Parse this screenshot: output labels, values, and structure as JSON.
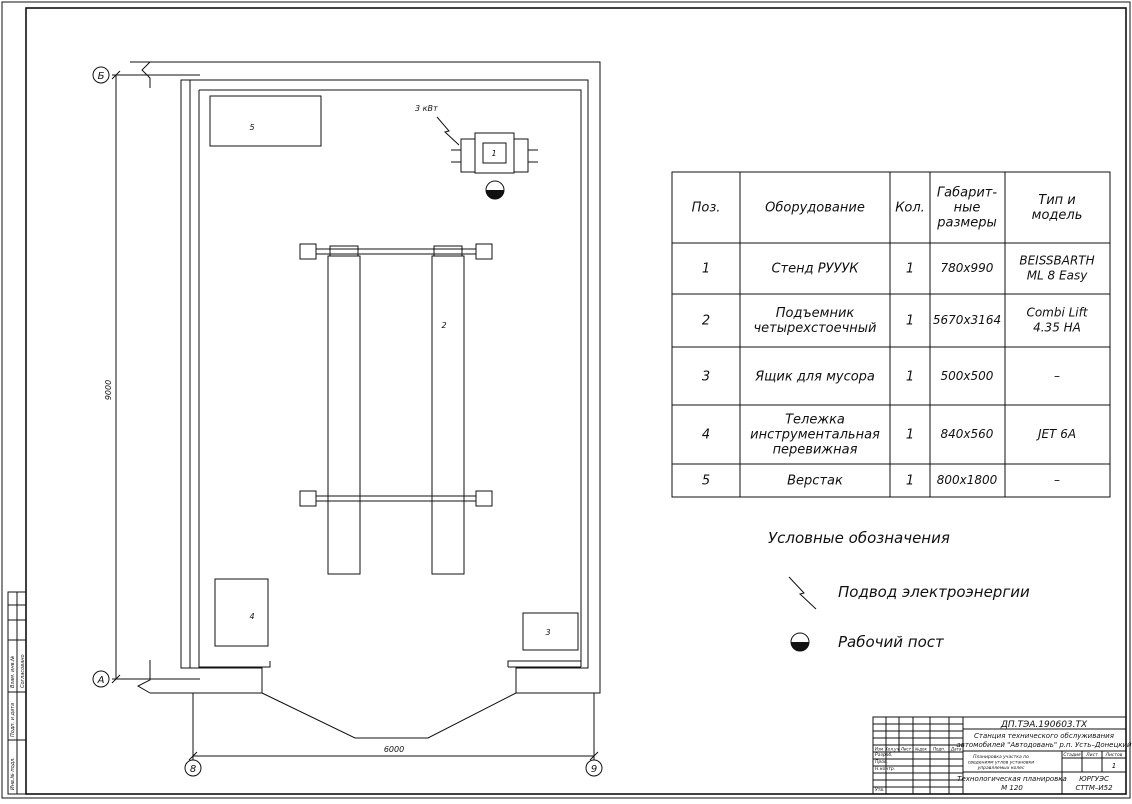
{
  "plan": {
    "axis_labels": {
      "b": "Б",
      "a": "А",
      "v": "8",
      "nine": "9"
    },
    "dim_vertical": "9000",
    "dim_horizontal": "6000",
    "power_label": "3 кВт",
    "equipment_labels": {
      "p1": "1",
      "p2": "2",
      "p3": "3",
      "p4": "4",
      "p5": "5"
    }
  },
  "spec_table": {
    "headers": [
      "Поз.",
      "Оборудование",
      "Кол.",
      "Габарит-|ные|размеры",
      "Тип и|модель"
    ],
    "rows": [
      {
        "pos": "1",
        "name": "Стенд РУУУК",
        "qty": "1",
        "size": "780x990",
        "model": "BEISSBARTH|ML 8 Easy"
      },
      {
        "pos": "2",
        "name": "Подъемник|четырехстоечный",
        "qty": "1",
        "size": "5670x3164",
        "model": "Combi Lift|4.35 HA"
      },
      {
        "pos": "3",
        "name": "Ящик для мусора",
        "qty": "1",
        "size": "500x500",
        "model": "–"
      },
      {
        "pos": "4",
        "name": "Тележка|инструментальная|перевижная",
        "qty": "1",
        "size": "840x560",
        "model": "JET 6A"
      },
      {
        "pos": "5",
        "name": "Верстак",
        "qty": "1",
        "size": "800x1800",
        "model": "–"
      }
    ]
  },
  "legend": {
    "title": "Условные обозначения",
    "items": [
      {
        "icon": "lightning-icon",
        "label": "Подвод электроэнергии"
      },
      {
        "icon": "work-post-icon",
        "label": "Рабочий пост"
      }
    ]
  },
  "title_block": {
    "code": "ДП.ТЭА.190603.ТХ",
    "project": "Станция технического обслуживания|автомобилей \"Автодовань\" р.п. Усть–Донецкий",
    "section": "Планировка участка по|сведениям углов установки|управляемых колес",
    "drawing": "Технологическая планировка|М 120",
    "org": "ЮРГУЭС|СТТМ–И52",
    "cols": [
      "Изм",
      "Кол.уч",
      "Лист",
      "№док",
      "Подп.",
      "Дата"
    ],
    "rows_left": [
      "Разраб.",
      "Пров.",
      "Н.контр.",
      "Утв."
    ],
    "sheet_heads": [
      "Стадия",
      "Лист",
      "Листов"
    ],
    "sheet_val": "1"
  },
  "side_stamp": [
    "Инв.№ подл.",
    "Подп. и дата",
    "Взам. инв.№",
    "Согласовано"
  ]
}
